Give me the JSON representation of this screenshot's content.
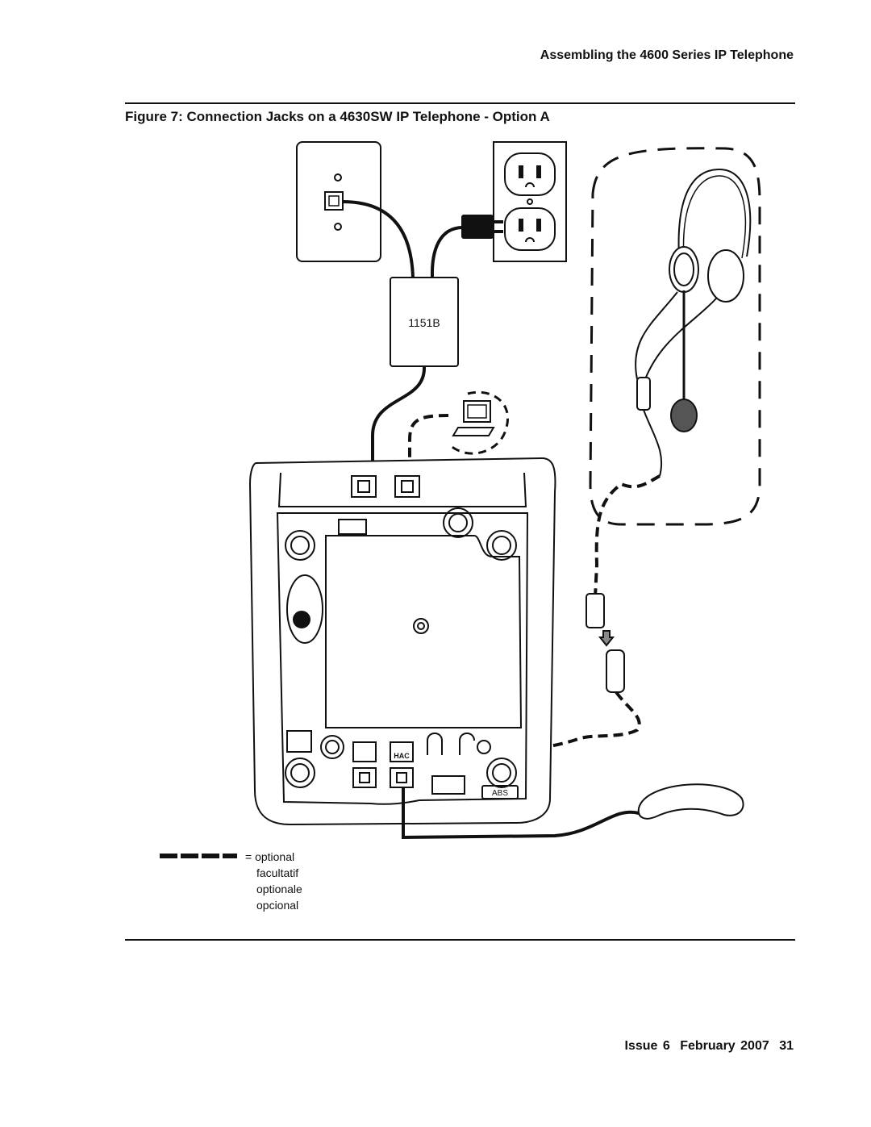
{
  "header": {
    "running_title": "Assembling the 4600 Series IP Telephone"
  },
  "figure": {
    "caption": "Figure 7: Connection Jacks on a 4630SW IP Telephone - Option A",
    "power_unit_label": "1151B",
    "abs_label": "ABS",
    "hac_label": "HAC"
  },
  "legend": {
    "symbol_line": "=",
    "items": [
      "optional",
      "facultatif",
      "optionale",
      "opcional"
    ]
  },
  "footer": {
    "issue": "Issue 6",
    "date": "February 2007",
    "page": "31"
  }
}
